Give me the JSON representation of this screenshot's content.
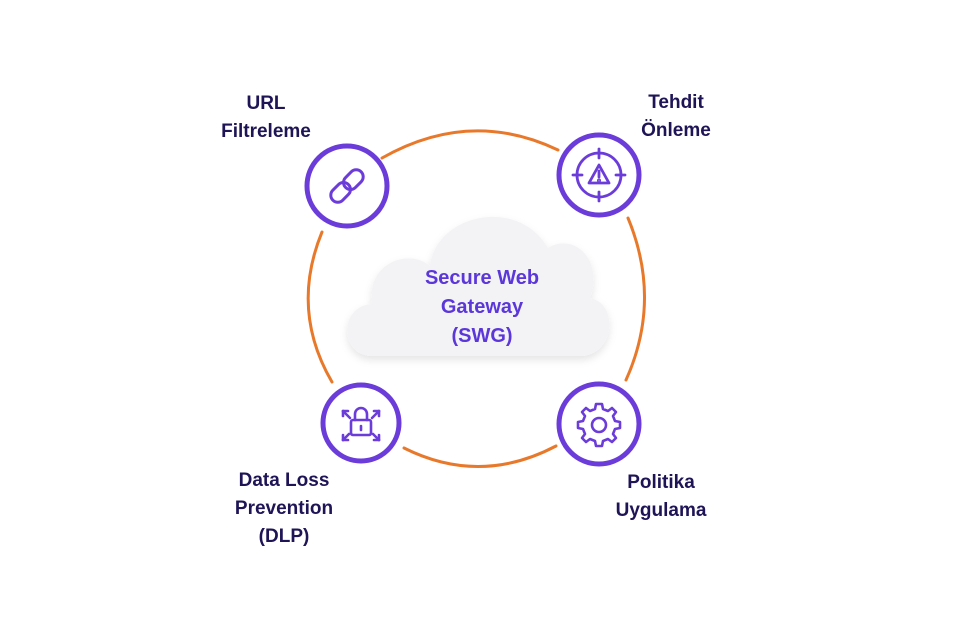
{
  "center": {
    "lines": [
      "Secure Web",
      "Gateway",
      "(SWG)"
    ]
  },
  "nodes": [
    {
      "id": "url-filtering",
      "icon": "link-icon",
      "label_lines": [
        "URL",
        "Filtreleme"
      ]
    },
    {
      "id": "threat-prevention",
      "icon": "threat-target-icon",
      "label_lines": [
        "Tehdit",
        "Önleme"
      ]
    },
    {
      "id": "dlp",
      "icon": "padlock-expand-icon",
      "label_lines": [
        "Data Loss",
        "Prevention",
        "(DLP)"
      ]
    },
    {
      "id": "policy-enforcement",
      "icon": "gear-icon",
      "label_lines": [
        "Politika",
        "Uygulama"
      ]
    }
  ],
  "colors": {
    "ring": "#e8792b",
    "node_stroke": "#6b3cd9",
    "label_text": "#1e1456",
    "cloud_text": "#5b37d9",
    "cloud_fill": "#f3f3f6"
  }
}
